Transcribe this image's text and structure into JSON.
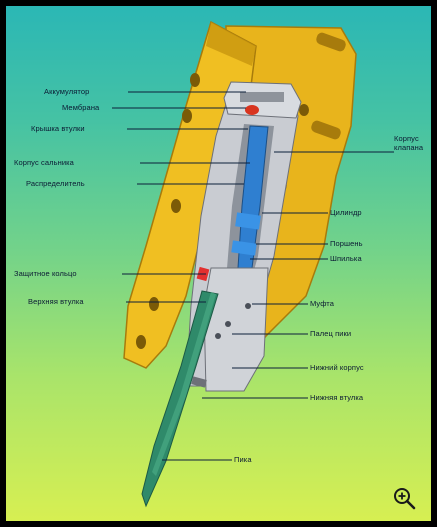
{
  "diagram": {
    "labels_left": {
      "accumulator": "Аккумулятор",
      "membrane": "Мембрана",
      "bushing_cover": "Крышка втулки",
      "gland_body": "Корпус сальника",
      "distributor": "Распределитель",
      "protective_ring": "Защитное кольцо",
      "upper_bushing": "Верхняя втулка"
    },
    "labels_right": {
      "valve_body": "Корпус клапана",
      "cylinder": "Цилиндр",
      "piston": "Поршень",
      "stud": "Шпилька",
      "coupling": "Муфта",
      "pick_pin": "Палец пики",
      "lower_body": "Нижний корпус",
      "lower_bushing": "Нижняя втулка",
      "pick": "Пика"
    },
    "colors": {
      "housing": "#e8b41c",
      "housing_dark": "#b8860b",
      "steel": "#c9ccd2",
      "piston": "#2f7fd0",
      "pick": "#2f8a6a",
      "background_top": "#2bb7b5",
      "background_bottom": "#d7ef52"
    }
  },
  "controls": {
    "zoom_icon": "magnifier-plus-icon"
  }
}
